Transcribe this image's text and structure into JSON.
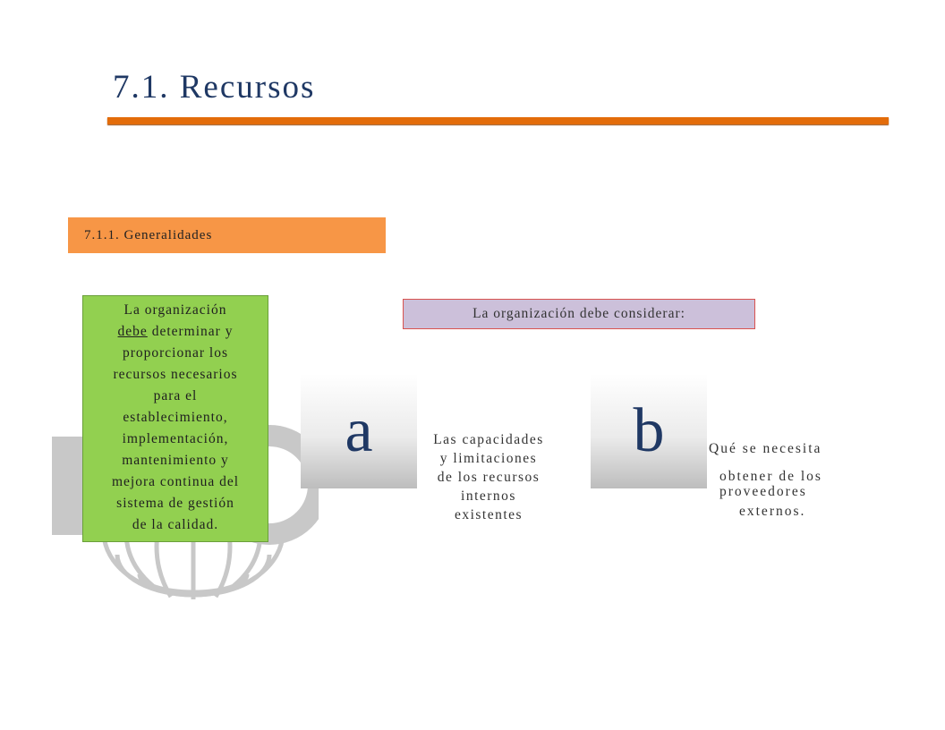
{
  "page": {
    "title": "7.1. Recursos",
    "section_label": "7.1.1. Generalidades"
  },
  "green_box": {
    "line1": "La organización",
    "word_underlined": "debe",
    "line2_rest": " determinar y",
    "line3": "proporcionar los",
    "line4": "recursos necesarios",
    "line5": "para el",
    "line6": "establecimiento,",
    "line7": "implementación,",
    "line8": "mantenimiento y",
    "line9": "mejora continua del",
    "line10": "sistema de gestión",
    "line11": "de la calidad."
  },
  "consider": {
    "label": "La organización debe considerar:"
  },
  "items": [
    {
      "letter": "a",
      "lines": [
        "Las capacidades",
        "y limitaciones",
        "de los recursos",
        "internos",
        "existentes"
      ]
    },
    {
      "letter": "b",
      "lines": [
        "Qué se necesita",
        "obtener de los",
        "proveedores",
        "externos."
      ]
    }
  ],
  "colors": {
    "title": "#1f3864",
    "title_rule": "#e36c0a",
    "section_bar": "#f79646",
    "green_box": "#92d050",
    "consider_box": "#ccc0da",
    "consider_border": "#d9534f",
    "watermark": "#c8c8c8"
  },
  "icons": {
    "watermark": "iso-globe-logo"
  }
}
